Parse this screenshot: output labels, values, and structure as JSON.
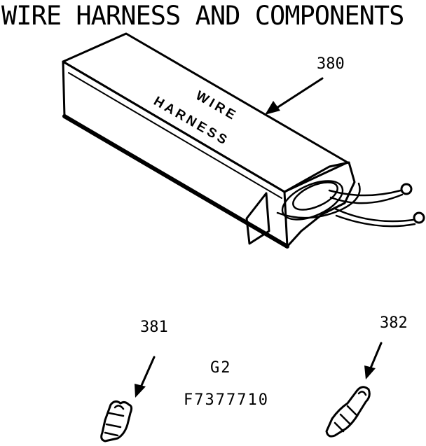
{
  "title": "WIRE HARNESS AND COMPONENTS",
  "parts": [
    {
      "number": "380",
      "name_line1": "WIRE",
      "name_line2": "HARNESS"
    },
    {
      "number": "381"
    },
    {
      "number": "382"
    }
  ],
  "group_code": "G2",
  "model_code": "F7377710"
}
